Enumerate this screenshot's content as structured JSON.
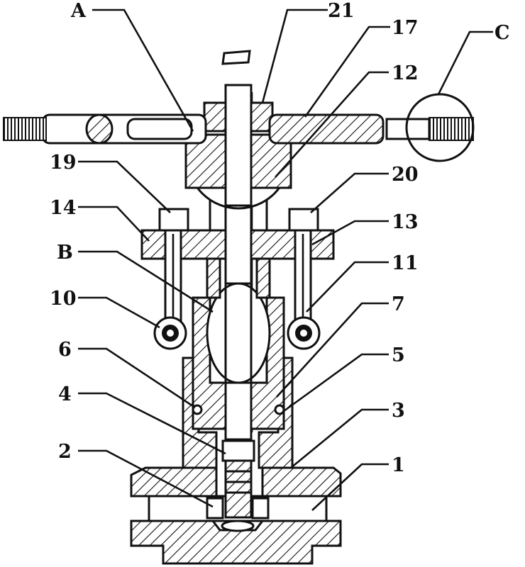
{
  "figure": {
    "labels": {
      "A": "A",
      "B": "B",
      "C": "C",
      "n1": "1",
      "n2": "2",
      "n3": "3",
      "n4": "4",
      "n5": "5",
      "n6": "6",
      "n7": "7",
      "n10": "10",
      "n11": "11",
      "n12": "12",
      "n13": "13",
      "n14": "14",
      "n17": "17",
      "n19": "19",
      "n20": "20",
      "n21": "21"
    }
  }
}
